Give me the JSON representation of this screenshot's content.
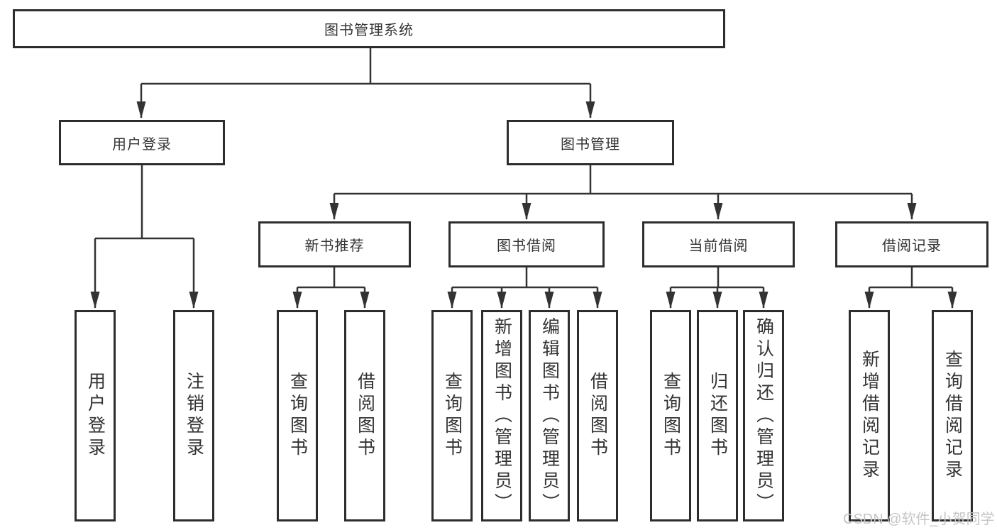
{
  "tree": {
    "root": {
      "label": "图书管理系统"
    },
    "branches": [
      {
        "label": "用户登录",
        "children": [
          {
            "label": "用户登录"
          },
          {
            "label": "注销登录"
          }
        ]
      },
      {
        "label": "图书管理",
        "children": [
          {
            "label": "新书推荐",
            "children": [
              {
                "label": "查询图书"
              },
              {
                "label": "借阅图书"
              }
            ]
          },
          {
            "label": "图书借阅",
            "children": [
              {
                "label": "查询图书"
              },
              {
                "label": "新增图书（管理员）"
              },
              {
                "label": "编辑图书（管理员）"
              },
              {
                "label": "借阅图书"
              }
            ]
          },
          {
            "label": "当前借阅",
            "children": [
              {
                "label": "查询图书"
              },
              {
                "label": "归还图书"
              },
              {
                "label": "确认归还（管理员）"
              }
            ]
          },
          {
            "label": "借阅记录",
            "children": [
              {
                "label": "新增借阅记录"
              },
              {
                "label": "查询借阅记录"
              }
            ]
          }
        ]
      }
    ]
  },
  "watermark": {
    "text": "CSDN @软件_小贺同学"
  },
  "colors": {
    "line": "#333333",
    "box_border": "#2d2d2d",
    "text": "#333333",
    "watermark": "#c5c5c5",
    "background": "#ffffff"
  }
}
